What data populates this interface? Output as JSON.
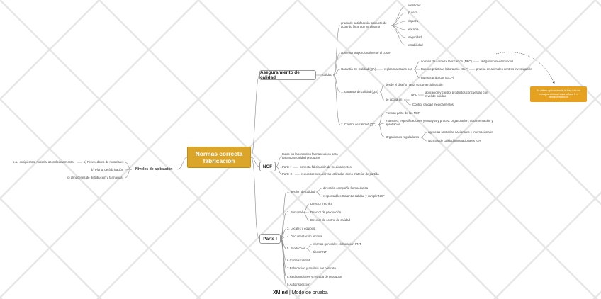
{
  "central": {
    "line1": "Normas correcta",
    "line2": "fabricación"
  },
  "left": {
    "main": "Niveles de aplicación",
    "items": [
      {
        "label": "a) Proveedores de materiales",
        "detail": "p.a., excipientes, material acondicionamiento"
      },
      {
        "label": "b) Planta de fabricación",
        "detail": ""
      },
      {
        "label": "c) almacenes de distribución y farmacias",
        "detail": ""
      }
    ]
  },
  "aseguramiento": {
    "title": "Aseguramiento de calidad",
    "sub": "calidad",
    "grado": "grado de satisfacción producto de acuerdo fin al que se destina",
    "grado_items": [
      "identidad",
      "pureza",
      "riqueza",
      "eficacia",
      "seguridad",
      "estabilidad"
    ],
    "aumenta": "aumenta proporcionalmente al coste",
    "garantia": "Garantía De Calidad (QA)",
    "reglas": "reglas marcadas por",
    "reglas_items": [
      "normas de correcta fabricación (NFC)",
      "Buenas prácticas laboratorio (GLP)",
      "Buenas prácticas (GCP)"
    ],
    "obligatorio": "obligatorio nivel mundial",
    "prueba": "prueba en animales centros investigación",
    "garantia1": "1. Garantía de calidad (QA)",
    "desde": "desde el diseño hasta su comercialización",
    "se_apoya": "se apoya en",
    "nfc": "NFC",
    "aplicacion": "aplicación y control productos concuerdan con nivel de calidad",
    "control_med": "Control calidad medicamentos",
    "control2": "2. Control de calidad (QC)",
    "forman": "Forman parte de las NCF",
    "muestreo": "muestreo, especificaciones y ensayos y proced. organización, documentación y aprobación",
    "organismos": "Organismos reguladores",
    "org_items": [
      "agencias sanitarias nacionales e internacionales",
      "Normas de calidad internacionales ICH"
    ]
  },
  "note": "Se deben aplicar desde la fase I de los ensayos clínicos hasta la fase II = farmacovigilancia",
  "ncf": {
    "title": "NCF",
    "items": [
      "todos los laboratorios farmacéuticos para garantizar calidad productos",
      "Parte I",
      "Parte II"
    ],
    "parte1_detail": "correcta fabricación de medicamentos",
    "parte2_detail": "requisitos sust.activas utilizadas como material de partida"
  },
  "parte": {
    "title": "Parte I",
    "gestion": "1. gestión de calidad",
    "gestion_items": [
      "dirección compañía farmacéutica",
      "responsables Garantía calidad y cumplir NCF"
    ],
    "personal": "2. Personal",
    "personal_items": [
      "Director Técnico",
      "Director de producción",
      "Director de control de calidad"
    ],
    "locales": "3. Locales y equipos",
    "documentacion": "4. Documentación técnica",
    "produccion": "5. Producción",
    "produccion_items": [
      "normas generales elaboración PNT",
      "tipos PNT"
    ],
    "control": "6.Control calidad",
    "fabricacion": "7.Fabricación y análisis por contrato",
    "reclamaciones": "8.Reclamaciones y retirada de productos",
    "autoinspeccion": "9.Autoinspección"
  },
  "brand": {
    "name": "XMind",
    "mode": "| Modo de prueba"
  }
}
